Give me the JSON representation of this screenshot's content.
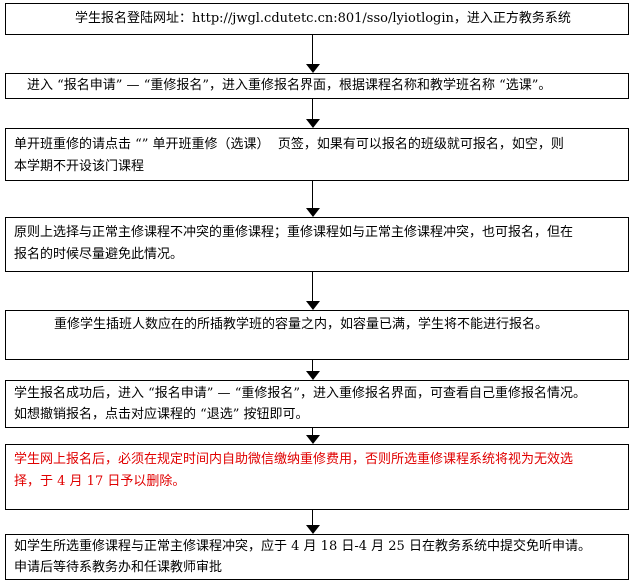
{
  "steps": [
    {
      "id": "step1",
      "lines": [
        "学生报名登陆网址：http://jwgl.cdutetc.cn:801/sso/lyiotlogin，进入正方教务系统"
      ],
      "color": "#000000"
    },
    {
      "id": "step2",
      "lines": [
        "进入 “报名申请” — “重修报名”，进入重修报名界面，根据课程名称和教学班名称 “选课”。"
      ],
      "color": "#000000"
    },
    {
      "id": "step3",
      "lines": [
        "单开班重修的请点击 “” 单开班重修（选课）  页签，如果有可以报名的班级就可报名，如空，则",
        "本学期不开设该门课程"
      ],
      "color": "#000000"
    },
    {
      "id": "step4",
      "lines": [
        "原则上选择与正常主修课程不冲突的重修课程；重修课程如与正常主修课程冲突，也可报名，但在",
        "报名的时候尽量避免此情况。"
      ],
      "color": "#000000"
    },
    {
      "id": "step5",
      "lines": [
        "重修学生插班人数应在的所插教学班的容量之内，如容量已满，学生将不能进行报名。"
      ],
      "color": "#000000"
    },
    {
      "id": "step6",
      "lines": [
        "学生报名成功后，进入 “报名申请” — “重修报名”，进入重修报名界面，可查看自己重修报名情况。",
        "如想撤销报名，点击对应课程的 “退选” 按钮即可。"
      ],
      "color": "#000000"
    },
    {
      "id": "step7",
      "lines": [
        "学生网上报名后，必须在规定时间内自助微信缴纳重修费用，否则所选重修课程系统将视为无效选",
        "择，于 4 月 17 日予以删除。"
      ],
      "color": "#e00000"
    },
    {
      "id": "step8",
      "lines": [
        "如学生所选重修课程与正常主修课程冲突，应于 4 月 18 日-4 月 25 日在教务系统中提交免听申请。",
        "申请后等待系教务办和任课教师审批"
      ],
      "color": "#000000"
    }
  ]
}
